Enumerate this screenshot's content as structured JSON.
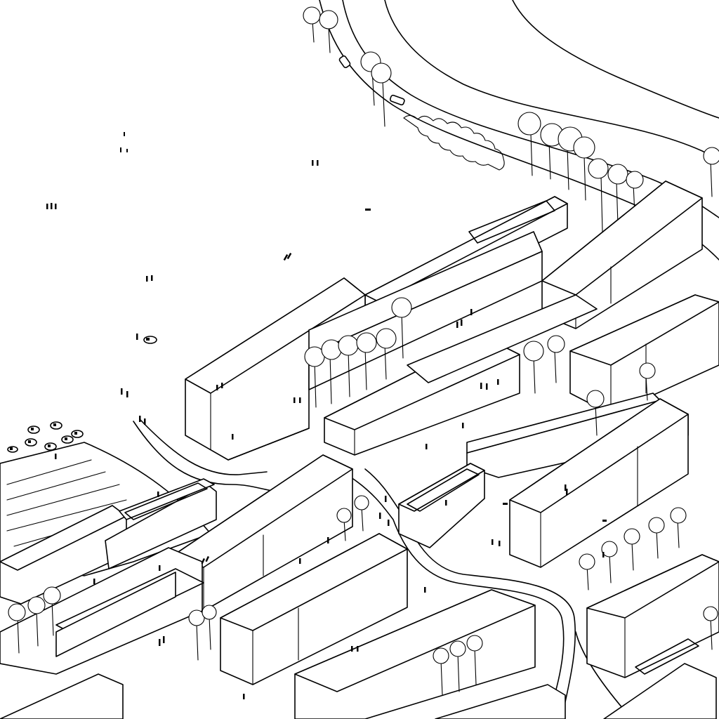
{
  "drawing": {
    "style": "axonometric line drawing",
    "colors": {
      "background": "#ffffff",
      "ink": "#000000"
    },
    "elements": [
      "curved-road",
      "row-houses",
      "street-trees",
      "vegetable-garden-roofs",
      "plowed-field",
      "grazing-cows",
      "pedestrians",
      "cars",
      "footpaths"
    ]
  }
}
